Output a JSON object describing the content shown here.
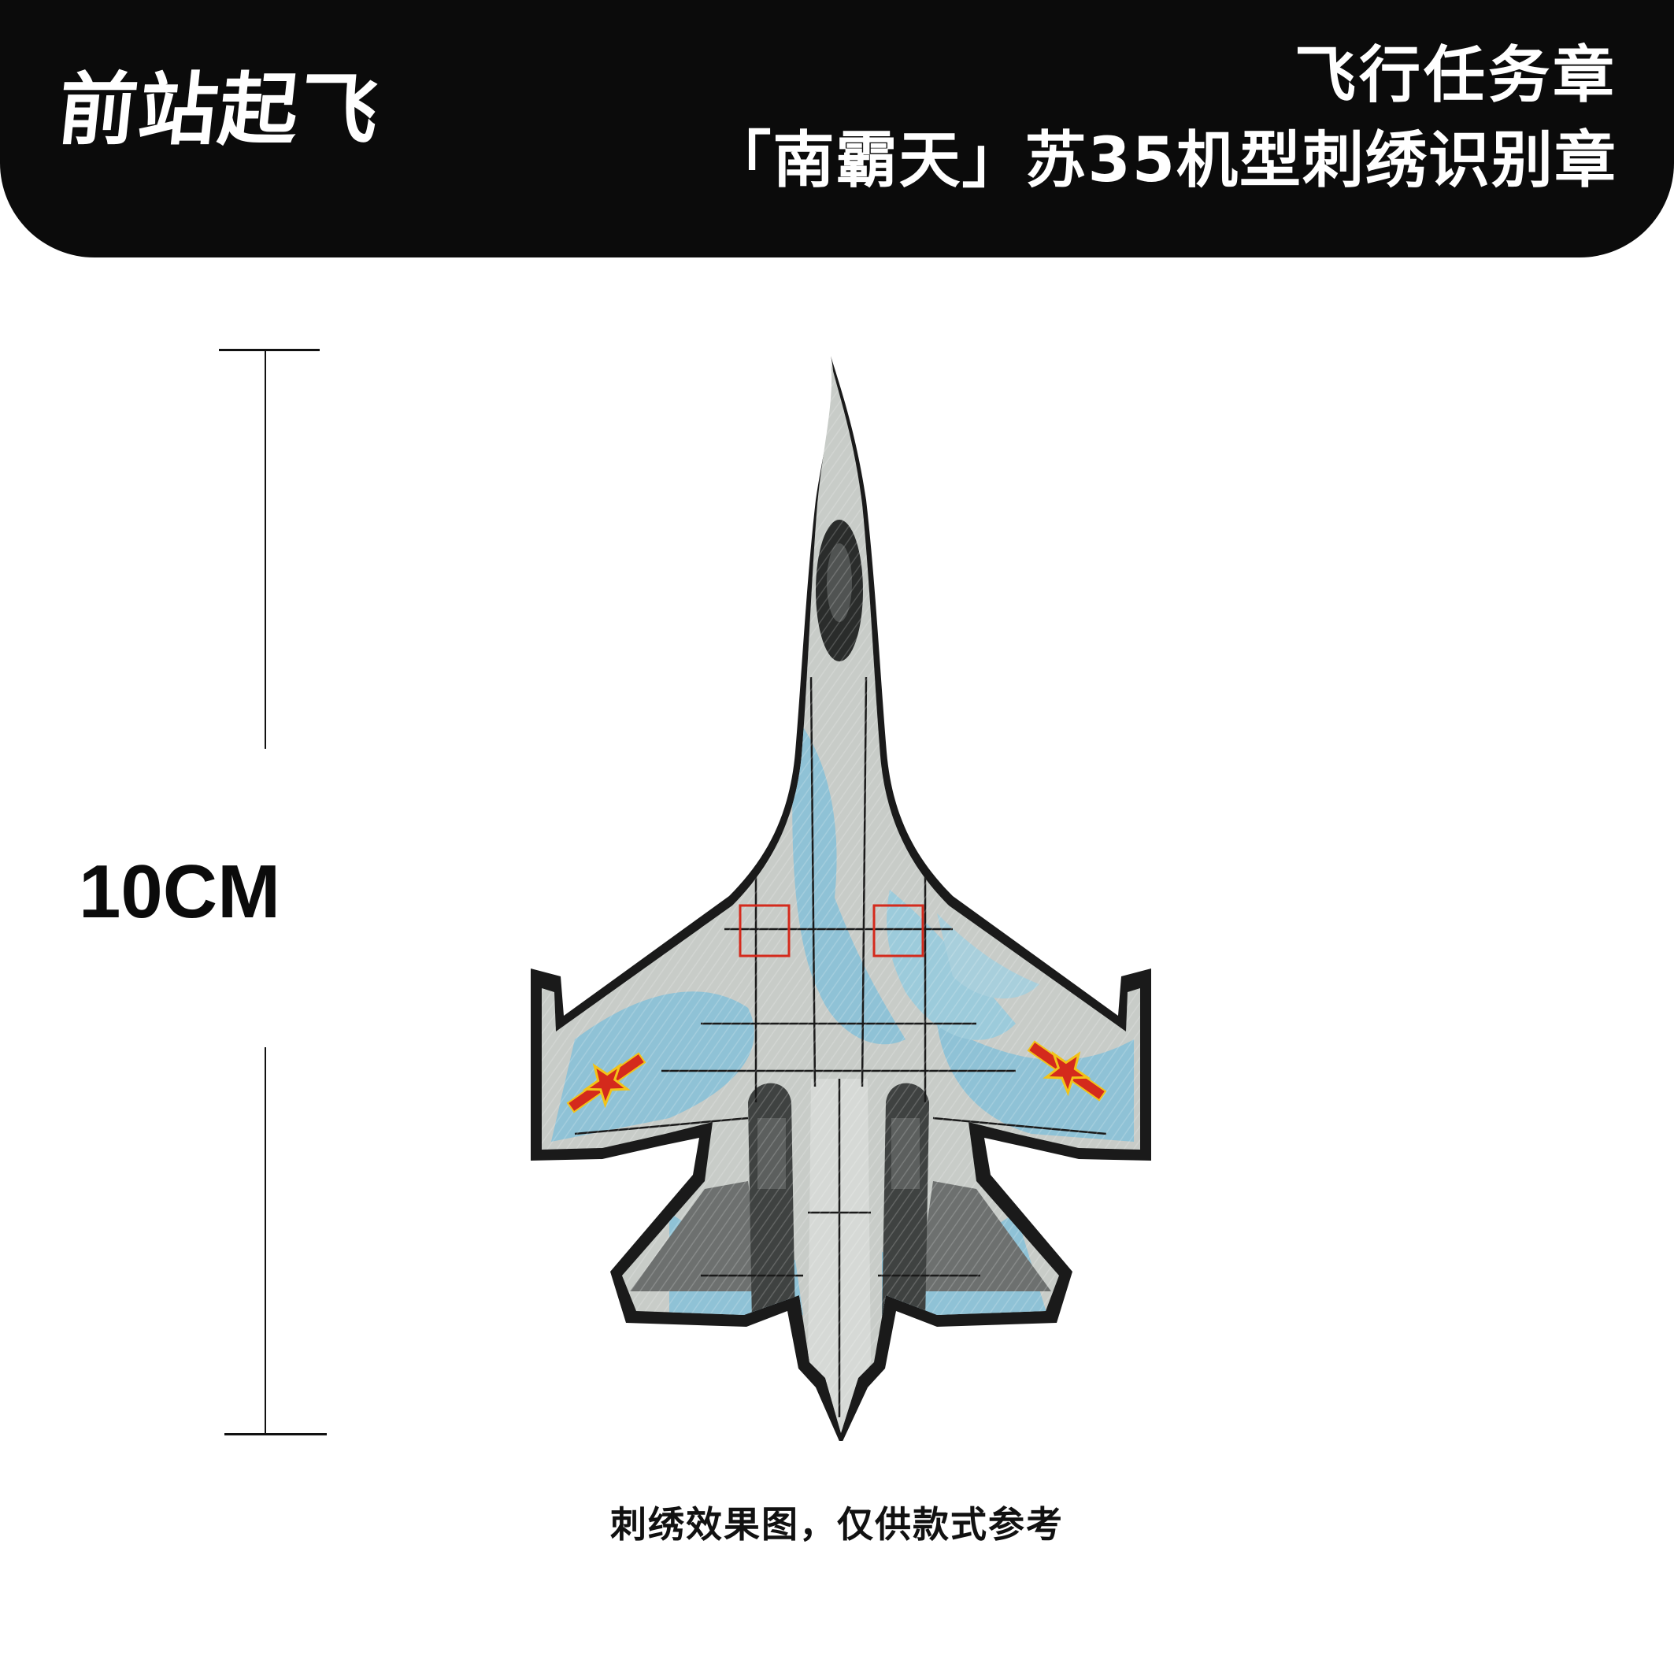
{
  "header": {
    "brand": "前站起飞",
    "title_line1": "飞行任务章",
    "title_line2": "「南霸天」苏35机型刺绣识别章"
  },
  "dimension": {
    "label": "10CM"
  },
  "caption": "刺绣效果图，仅供款式参考",
  "colors": {
    "header_bg": "#0b0b0b",
    "outline": "#1a1a1a",
    "light_gray": "#c8ccc8",
    "camo_blue": "#8fc2d6",
    "dark_gray": "#4a4d4c",
    "emblem_red": "#d42a1c",
    "emblem_yellow": "#f2c318"
  },
  "patch": {
    "icon": "su35-fighter-embroidery-patch"
  }
}
